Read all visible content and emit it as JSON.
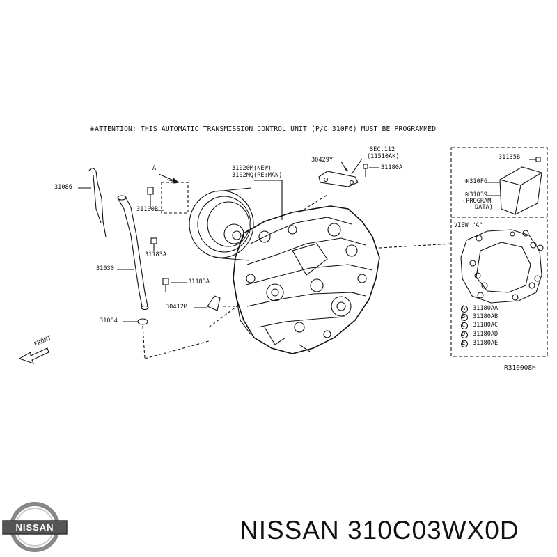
{
  "attention_note": "※ATTENTION: THIS AUTOMATIC TRANSMISSION CONTROL UNIT (P/C 310F6) MUST BE PROGRAMMED",
  "parts": {
    "p31086": "31086",
    "p31100b": "31100B",
    "p31183a_top": "31183A",
    "p31030": "31030",
    "p31183a_bottom": "31183A",
    "p30412m": "30412M",
    "p31084": "31084",
    "p31020m": "31020M(NEW)",
    "p3102mq": "3102MQ(RE:MAN)",
    "p30429y": "30429Y",
    "sec": "SEC.112",
    "sec_ref": "(11510AK)",
    "p31180a": "31180A",
    "arrow_a": "A",
    "front": "FRONT"
  },
  "tcu": {
    "p31135b": "31135B",
    "p310f6": "※310F6",
    "p31039": "※31039",
    "program_data_1": "(PROGRAM",
    "program_data_2": "DATA)"
  },
  "view_a": {
    "title": "VIEW \"A\"",
    "legend": [
      {
        "key": "A",
        "code": "31180AA"
      },
      {
        "key": "B",
        "code": "31180AB"
      },
      {
        "key": "C",
        "code": "31180AC"
      },
      {
        "key": "D",
        "code": "31180AD"
      },
      {
        "key": "E",
        "code": "31180AE"
      }
    ]
  },
  "ref_code": "R310008H",
  "brand": {
    "logo_text": "NISSAN",
    "title": "NISSAN 310C03WX0D"
  }
}
